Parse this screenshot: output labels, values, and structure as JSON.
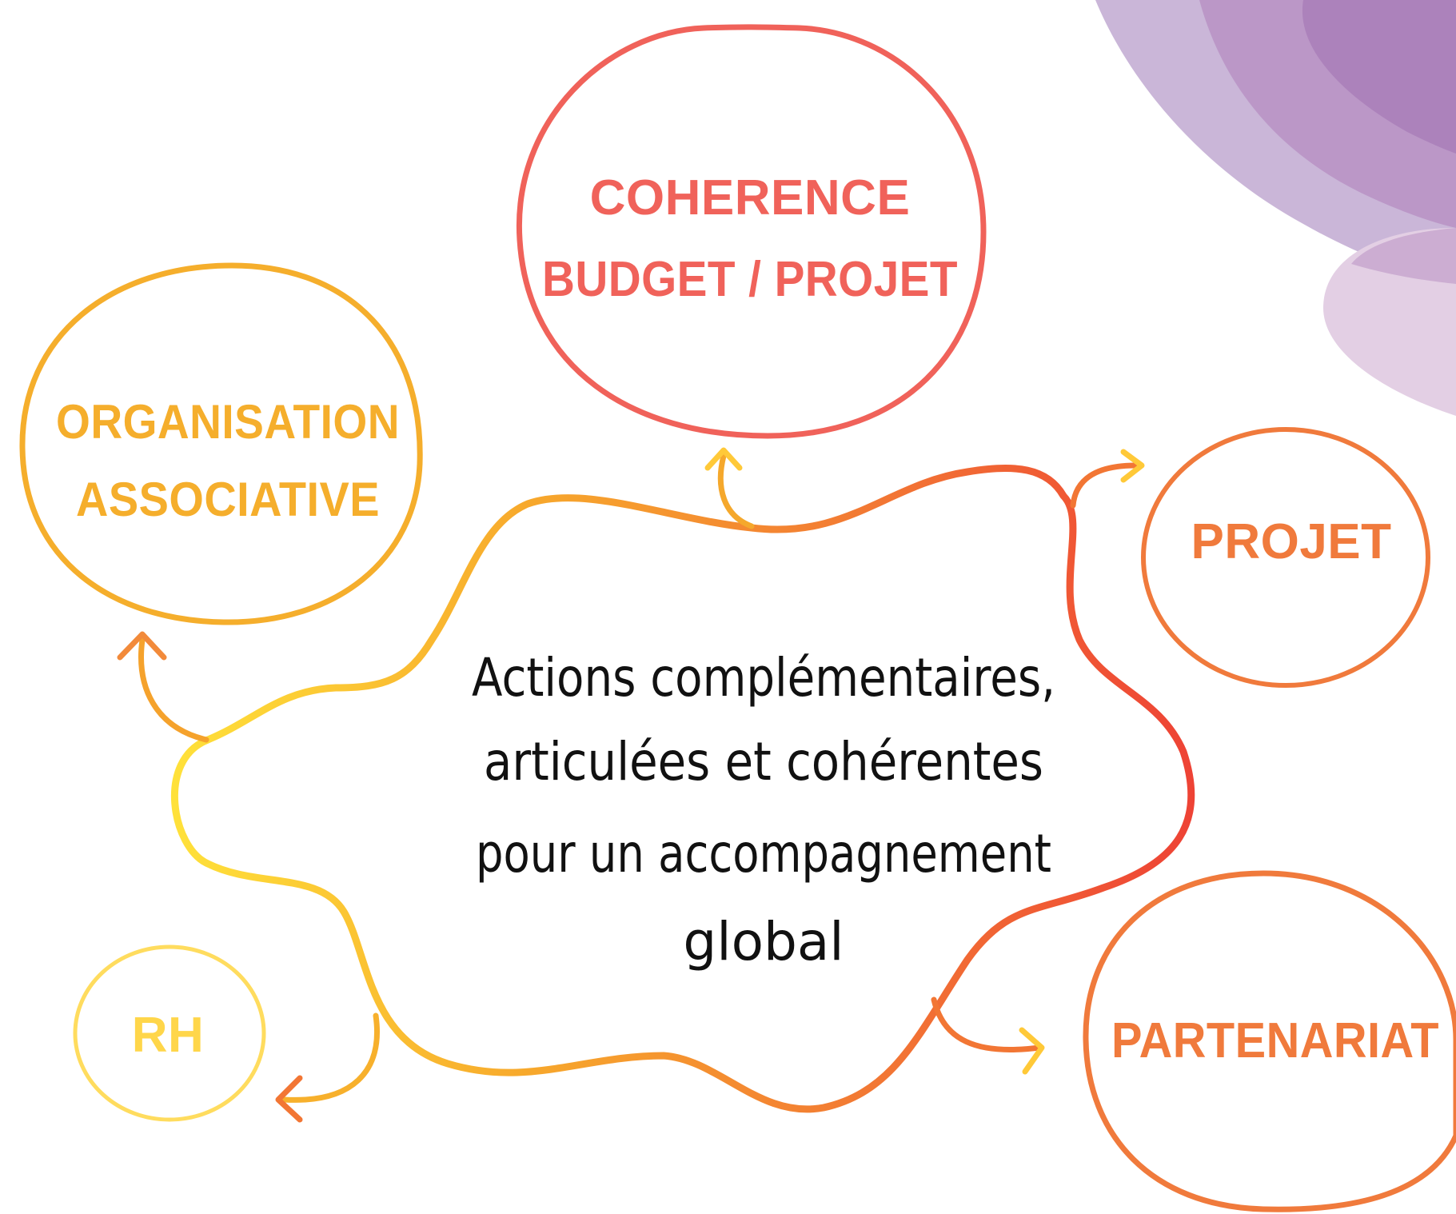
{
  "diagram": {
    "center_text": {
      "line1": "Actions complémentaires,",
      "line2": "articulées et cohérentes",
      "line3": "pour un accompagnement",
      "line4": "global"
    },
    "nodes": [
      {
        "id": "coherence",
        "line1": "COHERENCE",
        "line2": "BUDGET / PROJET",
        "color": "#f0625a"
      },
      {
        "id": "organisation",
        "line1": "ORGANISATION",
        "line2": "ASSOCIATIVE",
        "color": "#f5ae2c"
      },
      {
        "id": "projet",
        "line1": "PROJET",
        "color": "#f07a3c"
      },
      {
        "id": "rh",
        "line1": "RH",
        "color": "#ffd95a"
      },
      {
        "id": "partenariat",
        "line1": "PARTENARIAT",
        "color": "#f07a3c"
      }
    ],
    "colors": {
      "center_text": "#111111",
      "decor_purple_light": "#c7b2d6",
      "decor_purple_mid": "#b38cc0",
      "decor_purple_pale": "#e6d3e6",
      "blob_yellow": "#ffe13a",
      "blob_orange": "#f5a12c",
      "blob_red": "#ef4a36"
    }
  }
}
